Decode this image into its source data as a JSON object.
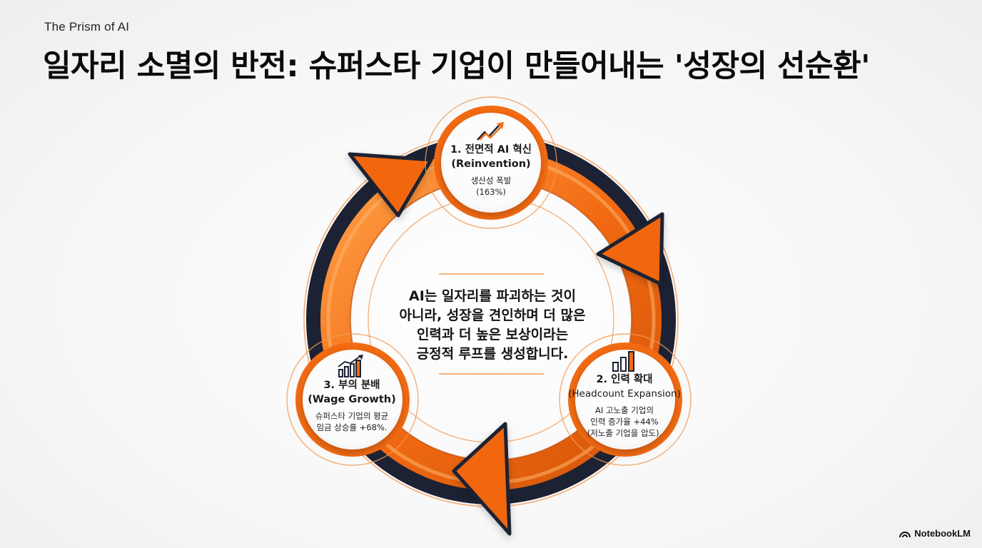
{
  "header": {
    "kicker": "The Prism of AI",
    "title": "일자리 소멸의 반전: 슈퍼스타 기업이 만들어내는 '성장의 선순환'"
  },
  "center_message": {
    "lines": [
      "AI는 일자리를 파괴하는 것이",
      "아니라, 성장을 견인하며 더 많은",
      "인력과 더 높은 보상이라는",
      "긍정적 루프를 생성합니다."
    ]
  },
  "cycle_nodes": [
    {
      "icon": "trend-up-arrow-icon",
      "title_ko": "1. 전면적 AI 혁신",
      "title_en": "(Reinvention)",
      "detail": [
        "생산성 폭발",
        "(163%)"
      ]
    },
    {
      "icon": "bar-chart-icon",
      "title_ko": "2. 인력 확대",
      "title_en": "(Headcount Expansion)",
      "detail": [
        "AI 고노출 기업의",
        "인력 증가율 +44%",
        "(저노출 기업을 압도)."
      ]
    },
    {
      "icon": "growth-chart-icon",
      "title_ko": "3. 부의 분배",
      "title_en": "(Wage Growth)",
      "detail": [
        "슈퍼스타 기업의 평균",
        "임금 상승률 +68%."
      ]
    }
  ],
  "footer": {
    "brand": "NotebookLM"
  },
  "colors": {
    "orange": "#f26a12",
    "orange_light": "#ff9a3c",
    "orange_dark": "#c64a06",
    "navy": "#1c2233",
    "node_fill": "#ffffff"
  }
}
